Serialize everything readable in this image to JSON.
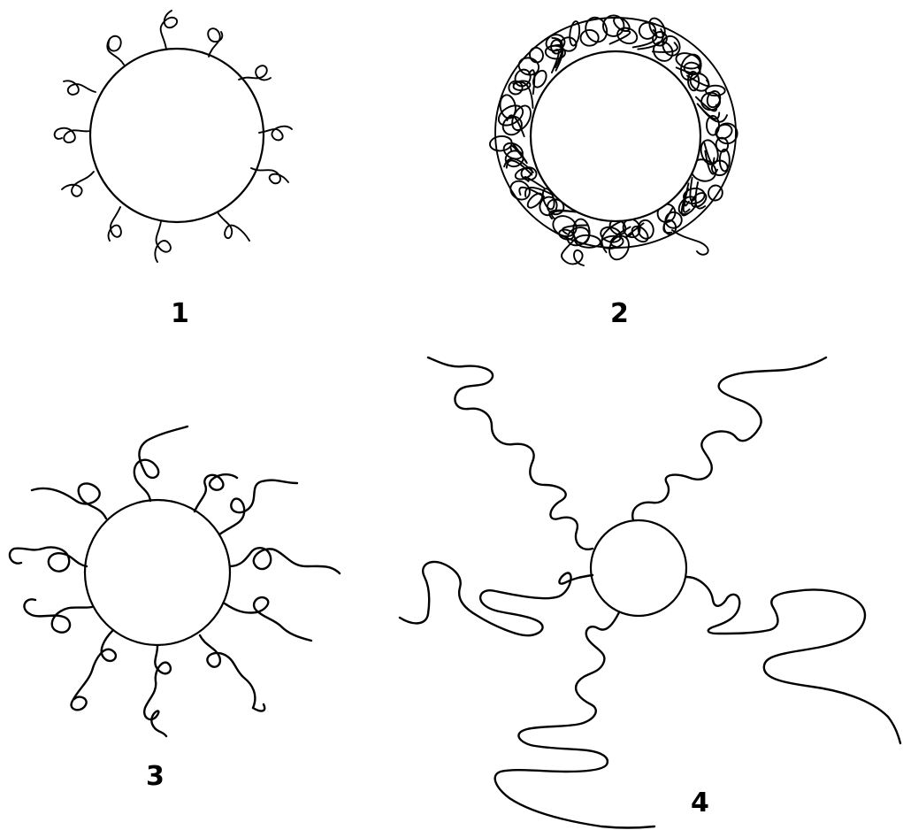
{
  "diagram": {
    "panels": [
      {
        "id": "panel-1",
        "label": "1"
      },
      {
        "id": "panel-2",
        "label": "2"
      },
      {
        "id": "panel-3",
        "label": "3"
      },
      {
        "id": "panel-4",
        "label": "4"
      }
    ],
    "colors": {
      "line": "#000000",
      "background": "#ffffff"
    }
  }
}
